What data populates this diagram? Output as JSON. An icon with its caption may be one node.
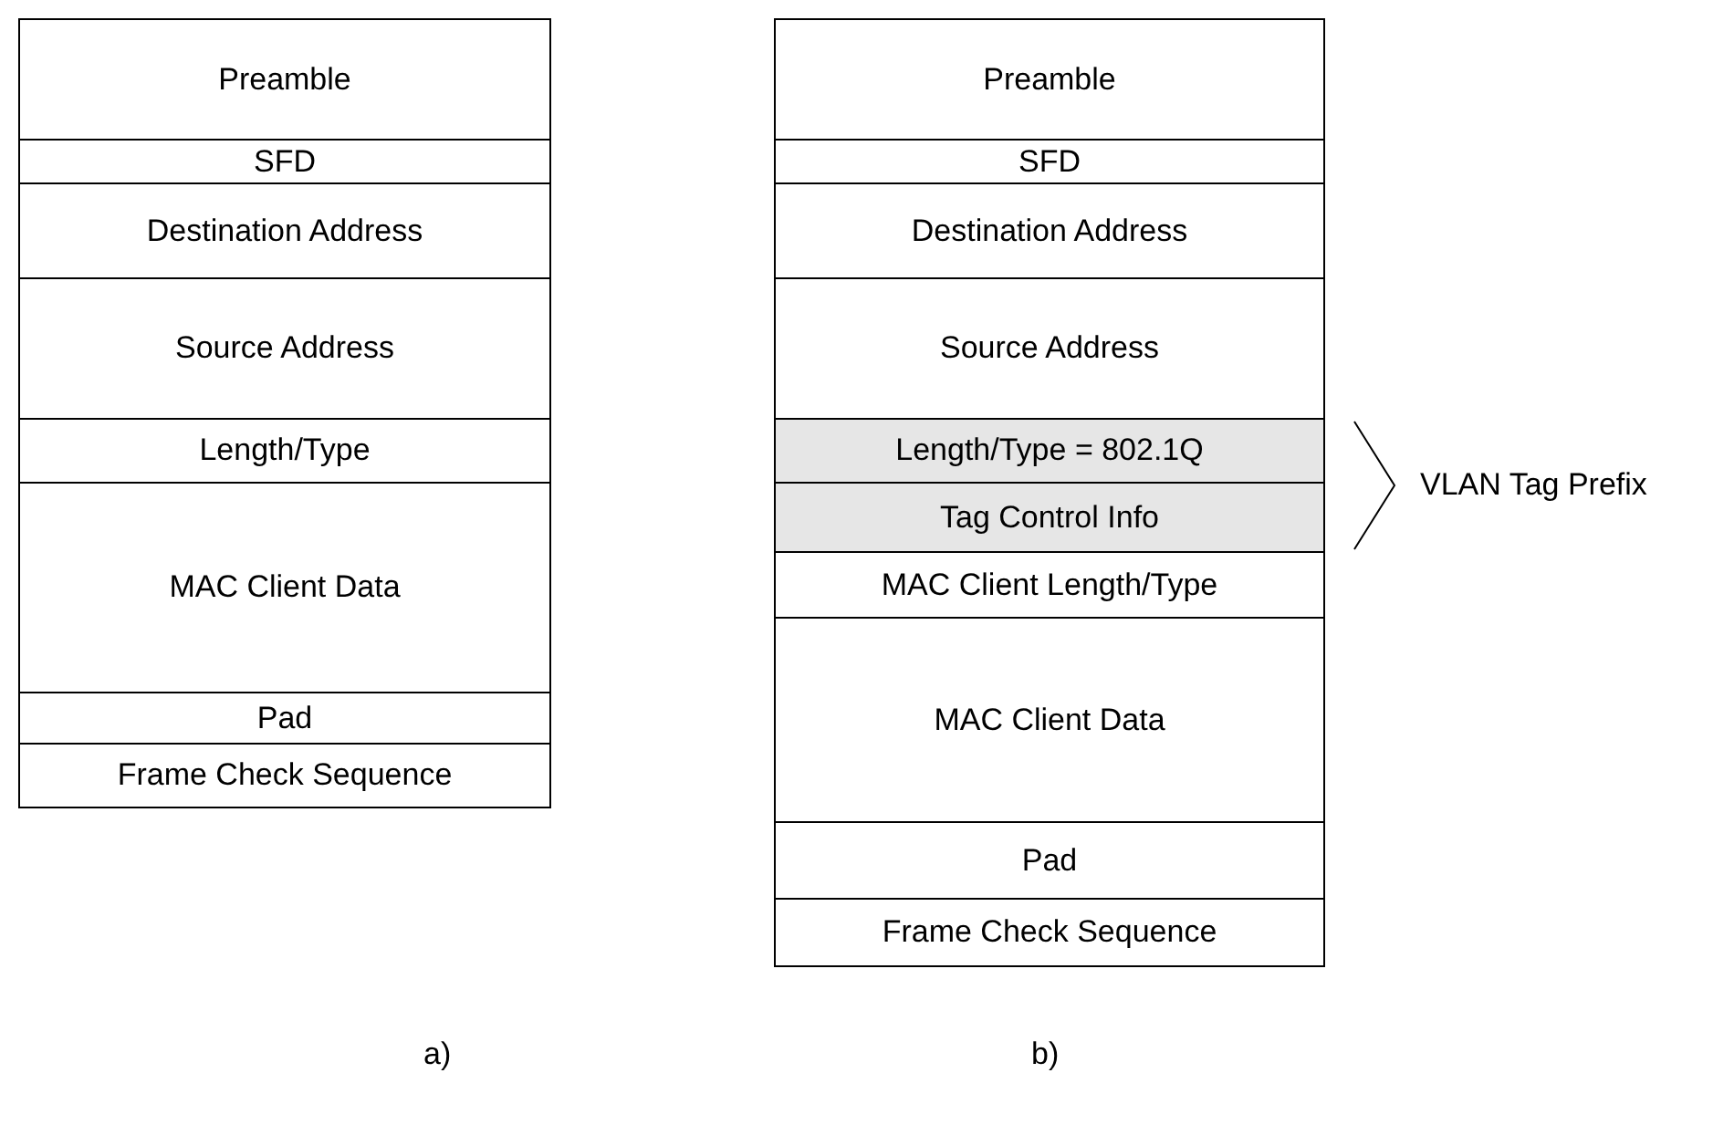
{
  "diagram": {
    "nodes": [
      {
        "text": [
          "Preamble"
        ]
      },
      {
        "text": [
          "SFD"
        ]
      },
      {
        "text": [
          "Destination Address"
        ]
      },
      {
        "text": [
          "Source Address"
        ]
      },
      {
        "text": [
          "Length/Type"
        ]
      },
      {
        "text": [
          "MAC Client Data"
        ]
      },
      {
        "text": [
          "Pad"
        ]
      },
      {
        "text": [
          "Frame Check Sequence"
        ]
      },
      {
        "text": [
          "Preamble"
        ]
      },
      {
        "text": [
          "SFD"
        ]
      },
      {
        "text": [
          "Destination Address"
        ]
      },
      {
        "text": [
          "Source Address"
        ]
      },
      {
        "text": [
          "Length/Type = 802.1Q"
        ]
      },
      {
        "text": [
          "Tag Control Info"
        ]
      },
      {
        "text": [
          "MAC Client Length/Type"
        ]
      },
      {
        "text": [
          "MAC Client Data"
        ]
      },
      {
        "text": [
          "Pad"
        ]
      },
      {
        "text": [
          "Frame Check Sequence"
        ]
      }
    ],
    "labels": [
      "VLAN Tag Prefix",
      "a)",
      "b)"
    ]
  }
}
